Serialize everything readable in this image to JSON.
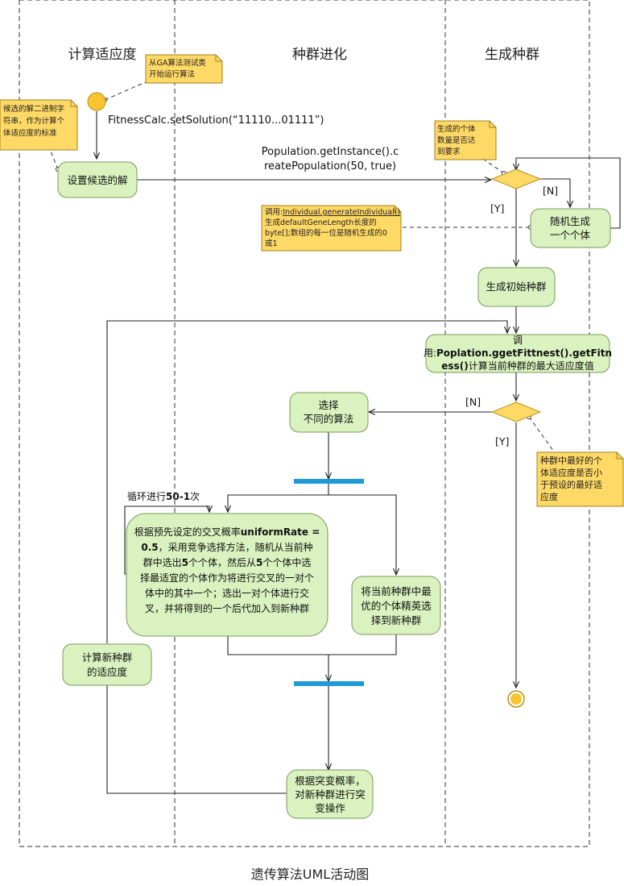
{
  "lanes": {
    "calc_fitness": "计算适应度",
    "evolve": "种群进化",
    "generate": "生成种群"
  },
  "notes": {
    "start_note": [
      "从GA算法测试类",
      "开始运行算法"
    ],
    "candidate_note": [
      "候选的解二进制字",
      "符串，作为计算个",
      "体适应度的标准"
    ],
    "population_count_note": [
      "生成的个体",
      "数量是否达",
      "到要求"
    ],
    "individual_note_prefix": "调用:",
    "individual_note_call": "Individual.generateIndividual()",
    "individual_note_lines": [
      "生成defaultGeneLength长度的",
      "byte[];数组的每一位是随机生成的0",
      "或1"
    ],
    "best_fitness_note": [
      "种群中最好的个",
      "体适应度是否小",
      "于预设的最好适",
      "应度"
    ]
  },
  "labels": {
    "set_solution_call": "FitnessCalc.setSolution(“11110...01111”)",
    "create_population_call": [
      "Population.getInstance().c",
      "reatePopulation(50, true)"
    ],
    "loop_prefix": "循环进行",
    "loop_count": "50-1",
    "loop_suffix": "次",
    "caption": "遗传算法UML活动图"
  },
  "guards": {
    "n1": "[N]",
    "y1": "[Y]",
    "n2": "[N]",
    "y2": "[Y]"
  },
  "nodes": {
    "set_candidate": "设置候选的解",
    "random_individual": [
      "随机生成",
      "一个个体"
    ],
    "initial_population": "生成初始种群",
    "get_fittest_line1": "调",
    "get_fittest_line2_prefix": "用:",
    "get_fittest_line2_bold": "Poplation.ggetFittnest().getFitn",
    "get_fittest_line3_bold": "ess()",
    "get_fittest_line3_suffix": "计算当前种群的最大适应度值",
    "choose_algorithm": [
      "选择",
      "不同的算法"
    ],
    "crossover": [
      {
        "t": "根据预先设定的交叉概率",
        "b": "uniformRate ="
      },
      {
        "b": "0.5",
        "t": "，采用竞争选择方法，随机从当前种"
      },
      {
        "t": "群中选出",
        "b": "5",
        "t2": "个个体，然后从",
        "b2": "5",
        "t3": "个个体中选"
      },
      {
        "t": "择最适宜的个体作为将进行交叉的一对个"
      },
      {
        "t": "体中的其中一个；选出一对个体进行交"
      },
      {
        "t": "叉，并将得到的一个后代加入到新种群"
      }
    ],
    "elite": [
      "将当前种群中最",
      "优的个体精英选",
      "择到新种群"
    ],
    "new_fitness": [
      "计算新种群",
      "的适应度"
    ],
    "mutation": [
      "根据突变概率，",
      "对新种群进行突",
      "变操作"
    ]
  },
  "colors": {
    "action_fill": "#d9f2bf",
    "action_stroke": "#7a9a5a",
    "note_fill": "#ffd966",
    "start_fill": "#f9c42d",
    "fork_fill": "#1f9ad6",
    "line": "#222222"
  }
}
